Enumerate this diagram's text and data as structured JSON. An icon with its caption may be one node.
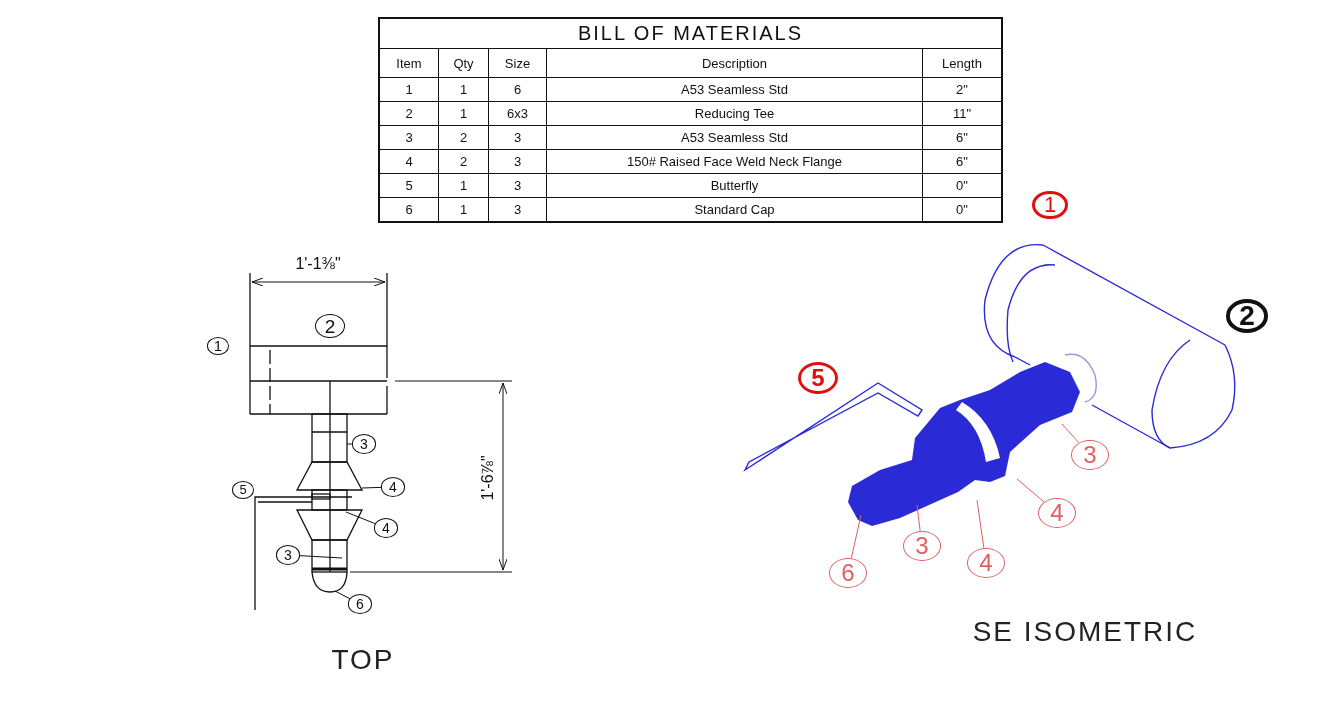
{
  "diagram": {
    "nodes": [
      {
        "text": [
          "3"
        ]
      },
      {
        "text": [
          "4"
        ]
      },
      {
        "text": [
          "4"
        ]
      },
      {
        "text": [
          "3"
        ]
      },
      {
        "text": [
          "6"
        ]
      },
      {
        "text": [
          "3"
        ]
      },
      {
        "text": [
          "4"
        ]
      },
      {
        "text": [
          "3"
        ]
      },
      {
        "text": [
          "4"
        ]
      },
      {
        "text": [
          "6"
        ]
      },
      {
        "text": [
          "1"
        ]
      },
      {
        "text": [
          "2"
        ]
      },
      {
        "text": [
          "5"
        ]
      },
      {
        "text": [
          "1"
        ]
      },
      {
        "text": [
          "2"
        ]
      },
      {
        "text": [
          "5"
        ]
      }
    ],
    "edges": [
      {
        "from": 0,
        "to": null,
        "arrow": "none"
      },
      {
        "from": 1,
        "to": null,
        "arrow": "none"
      },
      {
        "from": 2,
        "to": null,
        "arrow": "none"
      },
      {
        "from": 3,
        "to": null,
        "arrow": "none"
      },
      {
        "from": 4,
        "to": null,
        "arrow": "none"
      },
      {
        "from": 5,
        "to": null,
        "arrow": "none",
        "color": "#e06060"
      },
      {
        "from": 6,
        "to": null,
        "arrow": "none",
        "color": "#e06060"
      },
      {
        "from": 7,
        "to": null,
        "arrow": "none",
        "color": "#e06060"
      },
      {
        "from": 8,
        "to": null,
        "arrow": "none",
        "color": "#e06060"
      },
      {
        "from": 9,
        "to": null,
        "arrow": "none",
        "color": "#e06060"
      }
    ],
    "labels": [
      "BILL OF MATERIALS",
      "Item",
      "Qty",
      "Size",
      "Description",
      "Length",
      "1",
      "1",
      "6",
      "A53 Seamless Std",
      "2\"",
      "2",
      "1",
      "6x3",
      "Reducing Tee",
      "11\"",
      "3",
      "2",
      "3",
      "A53 Seamless Std",
      "6\"",
      "4",
      "2",
      "3",
      "150# Raised Face Weld Neck Flange",
      "6\"",
      "5",
      "1",
      "3",
      "Butterfly",
      "0\"",
      "6",
      "1",
      "3",
      "Standard Cap",
      "0\"",
      "1'-1⅜\"",
      "1'-6⅞\"",
      "TOP",
      "SE ISOMETRIC"
    ]
  }
}
